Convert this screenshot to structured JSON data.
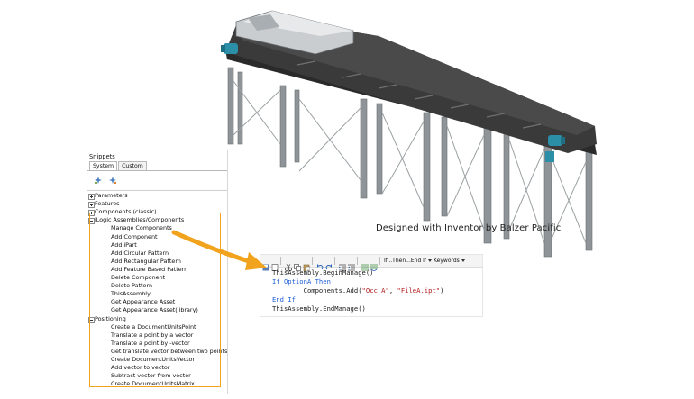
{
  "caption": "Designed with Inventor by Balzer Pacific",
  "snippets": {
    "title": "Snippets",
    "tabs": [
      "System",
      "Custom"
    ],
    "tree": [
      {
        "label": "Parameters",
        "type": "folder",
        "level": 0
      },
      {
        "label": "Features",
        "type": "folder",
        "level": 0
      },
      {
        "label": "Components (classic)",
        "type": "folder",
        "level": 0
      },
      {
        "label": "iLogic Assemblies/Components",
        "type": "folder-open",
        "level": 0
      },
      {
        "label": "Manage Components",
        "type": "item",
        "level": 1
      },
      {
        "label": "Add Component",
        "type": "item",
        "level": 1
      },
      {
        "label": "Add iPart",
        "type": "item",
        "level": 1
      },
      {
        "label": "Add Circular Pattern",
        "type": "item",
        "level": 1
      },
      {
        "label": "Add Rectangular Pattern",
        "type": "item",
        "level": 1
      },
      {
        "label": "Add Feature Based Pattern",
        "type": "item",
        "level": 1
      },
      {
        "label": "Delete Component",
        "type": "item",
        "level": 1
      },
      {
        "label": "Delete Pattern",
        "type": "item",
        "level": 1
      },
      {
        "label": "ThisAssembly",
        "type": "item",
        "level": 1
      },
      {
        "label": "Get Appearance Asset",
        "type": "item",
        "level": 1
      },
      {
        "label": "Get Appearance Asset(library)",
        "type": "item",
        "level": 1
      },
      {
        "label": "Positioning",
        "type": "folder-open",
        "level": 0
      },
      {
        "label": "Create a DocumentUnitsPoint",
        "type": "item",
        "level": 1
      },
      {
        "label": "Translate a point by a vector",
        "type": "item",
        "level": 1
      },
      {
        "label": "Translate a point by -vector",
        "type": "item",
        "level": 1
      },
      {
        "label": "Get translate vector between two points",
        "type": "item",
        "level": 1
      },
      {
        "label": "Create DocumentUnitsVector",
        "type": "item",
        "level": 1
      },
      {
        "label": "Add vector to vector",
        "type": "item",
        "level": 1
      },
      {
        "label": "Subtract vector from vector",
        "type": "item",
        "level": 1
      },
      {
        "label": "Create DocumentUnitsMatrix",
        "type": "item",
        "level": 1
      }
    ]
  },
  "code_editor": {
    "toolbar_ifthen": "If...Then...End If",
    "toolbar_keywords": "Keywords",
    "lines": [
      {
        "text": "ThisAssembly.BeginManage()"
      },
      {
        "kw1": "If",
        "var": "OptionA",
        "kw2": "Then"
      },
      {
        "call": "Components.Add(",
        "s1": "\"Occ A\"",
        "comma": ", ",
        "s2": "\"FileA.ipt\"",
        "close": ")"
      },
      {
        "kw1": "End If"
      },
      {
        "text": "ThisAssembly.EndManage()"
      }
    ]
  },
  "colors": {
    "highlight": "#f2a31e",
    "keyword": "#1f5fd6",
    "string": "#b31b1b",
    "belt": "#3a3a3a",
    "frame": "#8e9497",
    "motor": "#2b8fa8"
  }
}
